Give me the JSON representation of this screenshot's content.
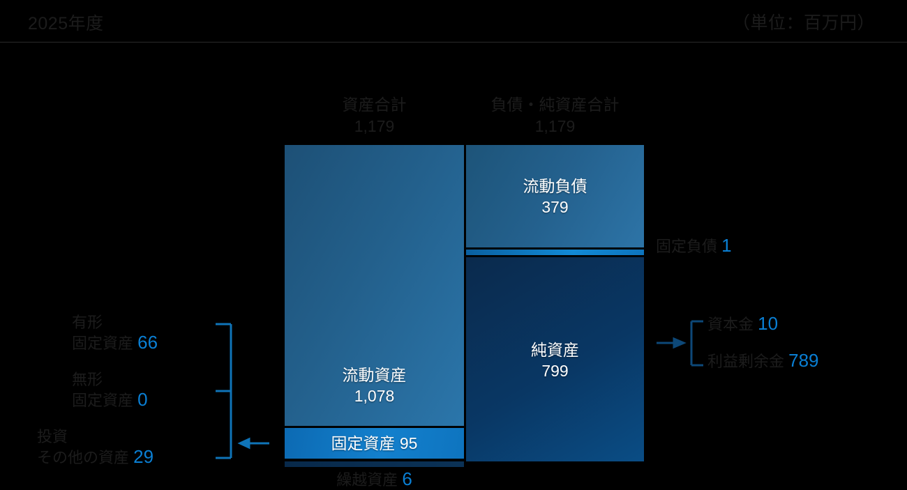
{
  "header": {
    "fiscal_year": "2025年度",
    "unit_note": "（単位：百万円）"
  },
  "columns": {
    "assets": {
      "title": "資産合計",
      "value": "1,179"
    },
    "liabilities_equity": {
      "title": "負債・純資産合計",
      "value": "1,179"
    }
  },
  "segments": {
    "current_assets": {
      "label": "流動資産",
      "value": "1,078"
    },
    "fixed_assets": {
      "label": "固定資産 95"
    },
    "deferred_assets": {
      "label": "繰越資産",
      "value": "6"
    },
    "current_liabilities": {
      "label": "流動負債",
      "value": "379"
    },
    "fixed_liabilities": {
      "label": "固定負債",
      "value": "1"
    },
    "net_assets": {
      "label": "純資産",
      "value": "799"
    }
  },
  "annotations": {
    "tangible_fixed_assets": {
      "line1": "有形",
      "line2": "固定資産",
      "value": "66"
    },
    "intangible_fixed_assets": {
      "line1": "無形",
      "line2": "固定資産",
      "value": "0"
    },
    "investments_other_assets": {
      "line1": "投資",
      "line2": "その他の資産",
      "value": "29"
    },
    "fixed_liabilities": {
      "label": "固定負債",
      "value": "1"
    },
    "capital_stock": {
      "label": "資本金",
      "value": "10"
    },
    "retained_earnings": {
      "label": "利益剰余金",
      "value": "789"
    }
  },
  "colors": {
    "background": "#000000",
    "text_dark": "#1c1c1c",
    "accent_blue": "#0a7fd4",
    "bracket_blue": "#0f74b8",
    "bracket_navy": "#0d4878",
    "segment_light": "#2d74a7",
    "segment_bright": "#1380cd",
    "segment_navy": "#0a2a4d"
  },
  "chart_data": {
    "type": "bar",
    "title": "貸借対照表 2025年度",
    "subtitle": "（単位：百万円）",
    "unit": "百万円",
    "categories": [
      "資産合計",
      "負債・純資産合計"
    ],
    "totals": [
      1179,
      1179
    ],
    "series": [
      {
        "name": "資産合計",
        "stack": [
          {
            "label": "流動資産",
            "value": 1078
          },
          {
            "label": "固定資産",
            "value": 95
          },
          {
            "label": "繰越資産",
            "value": 6
          }
        ],
        "breakdown": [
          {
            "label": "有形固定資産",
            "value": 66,
            "parent": "固定資産"
          },
          {
            "label": "無形固定資産",
            "value": 0,
            "parent": "固定資産"
          },
          {
            "label": "投資その他の資産",
            "value": 29,
            "parent": "固定資産"
          }
        ]
      },
      {
        "name": "負債・純資産合計",
        "stack": [
          {
            "label": "流動負債",
            "value": 379
          },
          {
            "label": "固定負債",
            "value": 1
          },
          {
            "label": "純資産",
            "value": 799
          }
        ],
        "breakdown": [
          {
            "label": "資本金",
            "value": 10,
            "parent": "純資産"
          },
          {
            "label": "利益剰余金",
            "value": 789,
            "parent": "純資産"
          }
        ]
      }
    ],
    "xlabel": "",
    "ylabel": "",
    "ylim": [
      0,
      1179
    ],
    "grid": false,
    "legend": "none"
  }
}
